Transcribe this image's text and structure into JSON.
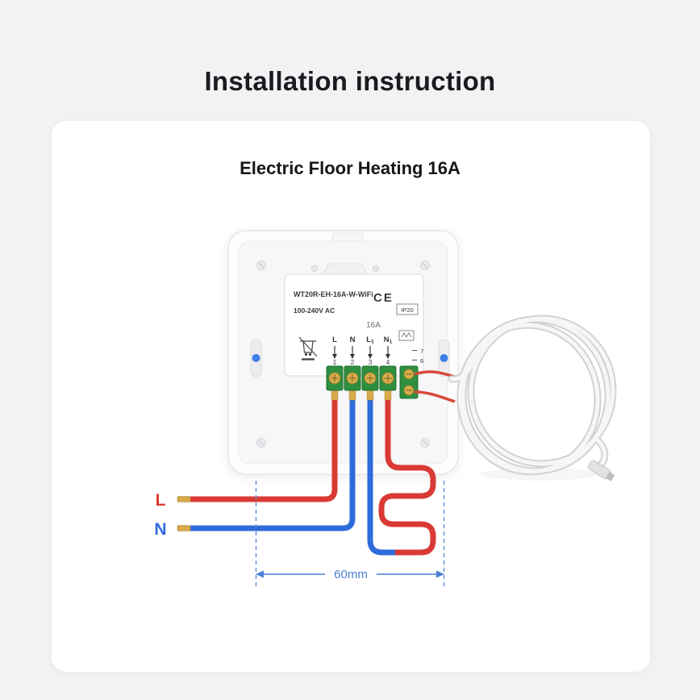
{
  "title": "Installation instruction",
  "subtitle": "Electric Floor Heating 16A",
  "device": {
    "model": "WT20R-EH-16A-W-WiFi",
    "power": "100-240V AC",
    "rating": "16A",
    "ce_mark": "CE",
    "ip_rating": "IP20",
    "terminals": [
      {
        "label": "L",
        "sub": "",
        "num": "1"
      },
      {
        "label": "N",
        "sub": "",
        "num": "2"
      },
      {
        "label": "L",
        "sub": "1",
        "num": "3"
      },
      {
        "label": "N",
        "sub": "1",
        "num": "4"
      }
    ],
    "sensor_terminals": [
      "7",
      "6"
    ]
  },
  "wiring": {
    "live_label": "L",
    "neutral_label": "N"
  },
  "dimension": {
    "label": "60mm"
  },
  "colors": {
    "live": "#d93a35",
    "neutral": "#2e6bdb",
    "dimension": "#4a7fd4"
  }
}
